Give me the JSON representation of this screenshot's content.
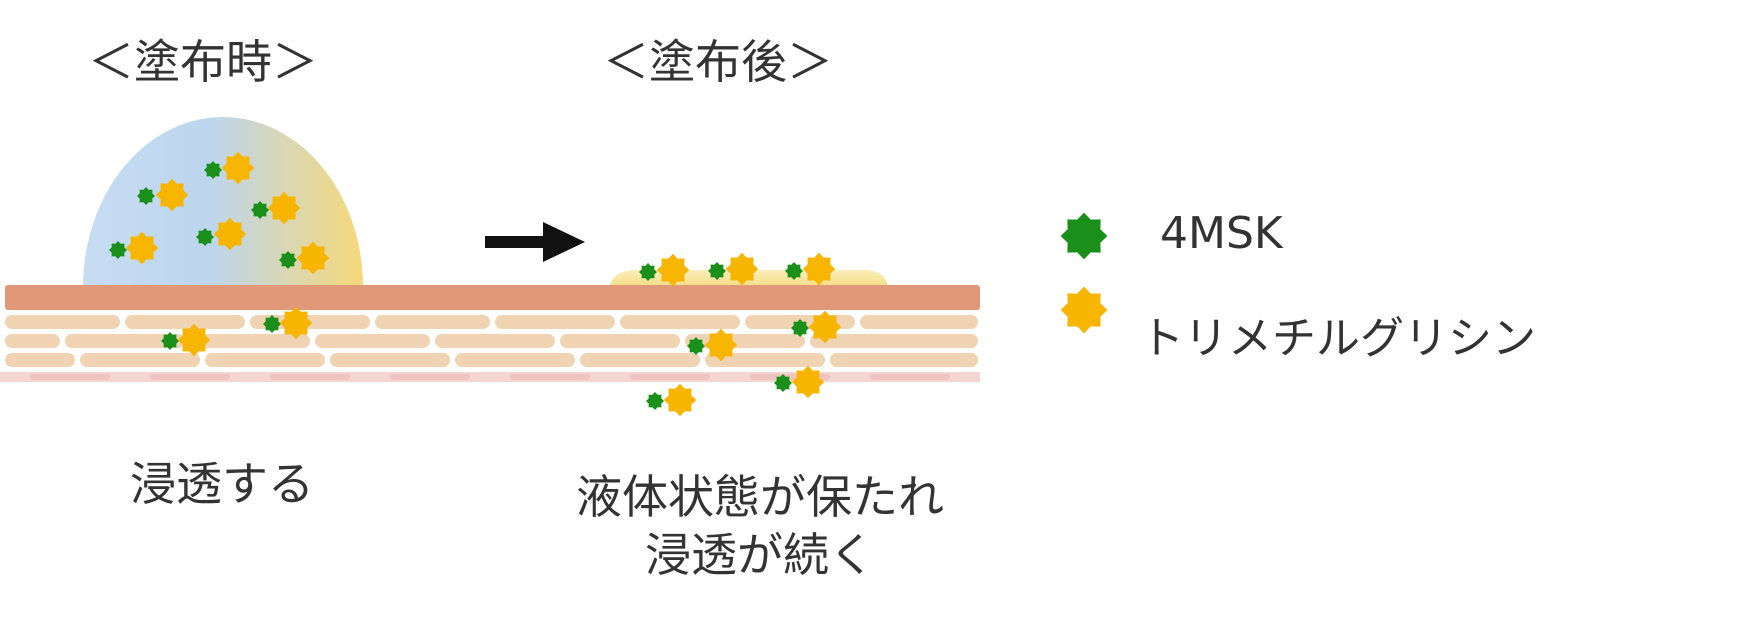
{
  "titles": {
    "before": "＜塗布時＞",
    "after": "＜塗布後＞"
  },
  "captions": {
    "before": "浸透する",
    "after_line1": "液体状態が保たれ",
    "after_line2": "浸透が続く"
  },
  "legend": {
    "items": [
      {
        "label": "4MSK",
        "icon": "green-star-icon",
        "color": "#1a8f1a"
      },
      {
        "label": "トリメチルグリシン",
        "icon": "yellow-star-icon",
        "color": "#f7b500"
      }
    ]
  },
  "colors": {
    "stratum_top": "#e09878",
    "cell_fill": "#f0d3b3",
    "lower_layer": "#f5d5d2",
    "arrow": "#111111",
    "droplet_left": "#bcd6ee",
    "droplet_right": "#f6d87a",
    "film": "#f7e4a0"
  }
}
